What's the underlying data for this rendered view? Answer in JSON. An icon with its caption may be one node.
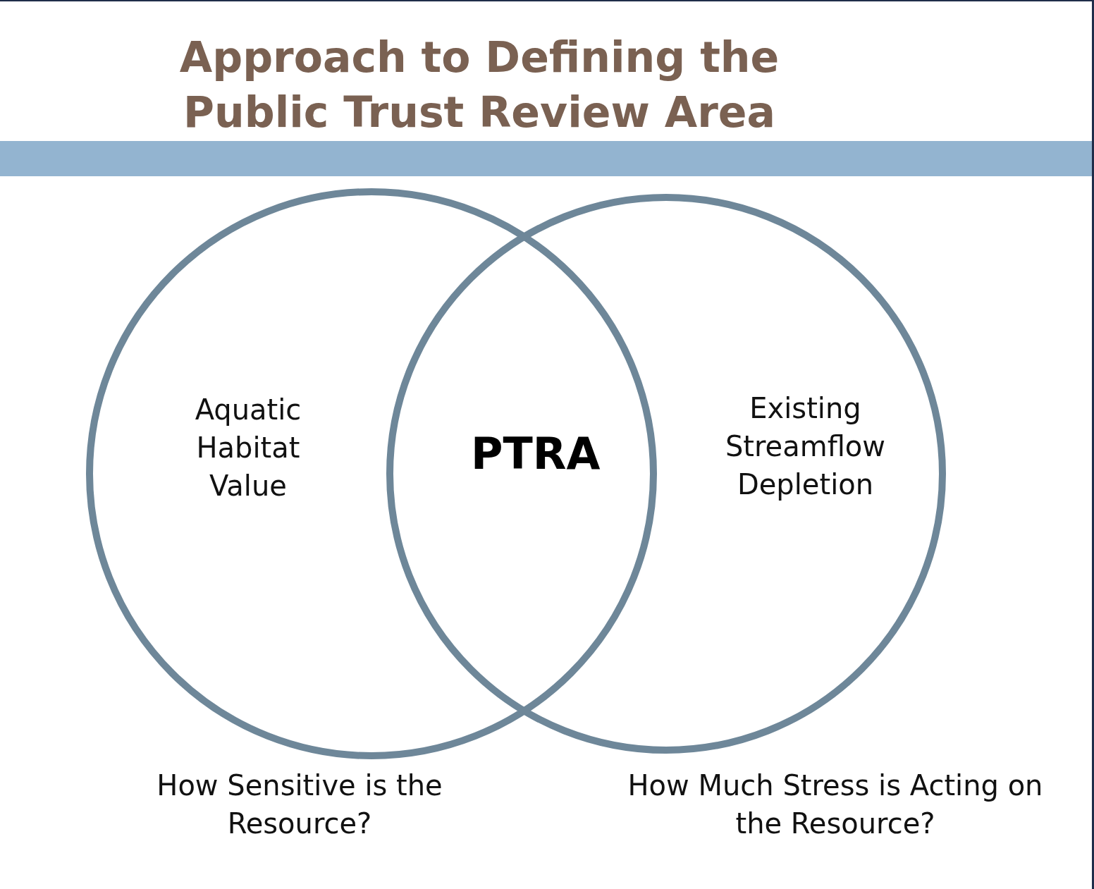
{
  "diagram": {
    "title": "Approach to Defining the Public Trust Review Area",
    "nodes": [
      {
        "text": [
          "Aquatic Habitat Value"
        ],
        "beside": [
          "How Sensitive is the Resource?"
        ]
      },
      {
        "text": [
          "Existing Streamflow Depletion"
        ],
        "beside": [
          "How Much Stress is Acting on the Resource?"
        ]
      }
    ],
    "labels": [
      "PTRA"
    ]
  }
}
